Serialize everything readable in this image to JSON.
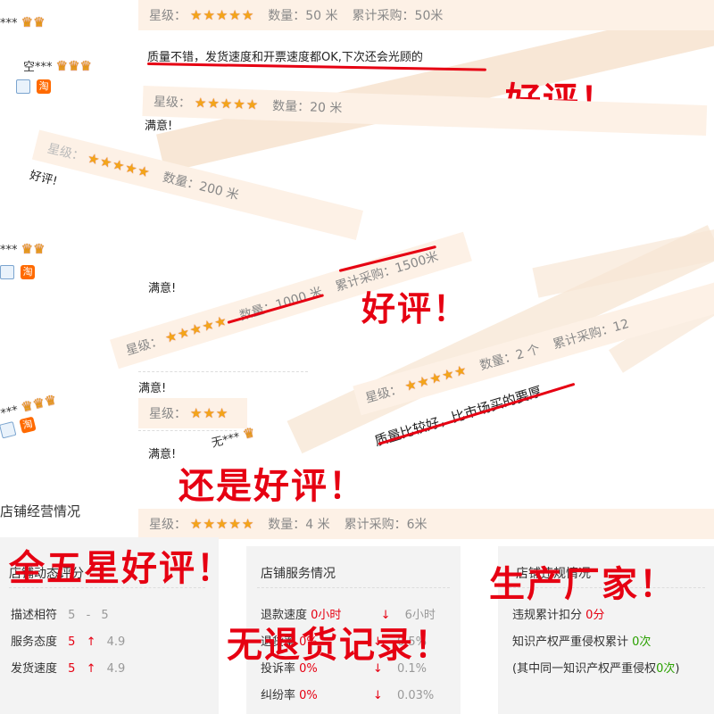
{
  "reviews": {
    "rating_label": "星级：",
    "r1": {
      "qty": "数量：50 米",
      "acc": "累计采购：50米",
      "comment": "质量不错，发货速度和开票速度都OK,下次还会光顾的",
      "user": "空***"
    },
    "r2": {
      "qty": "数量：20 米",
      "comment": "满意!"
    },
    "r3": {
      "qty": "数量：200 米",
      "comment": "好评!"
    },
    "r4": {
      "qty": "数量：1000 米",
      "acc": "累计采购：1500米",
      "comment": "满意!"
    },
    "r5": {
      "qty": "数量：2 个",
      "acc": "累计采购：12",
      "comment": "质量比较好，比市场买的要厚"
    },
    "r6": {
      "comment": "满意!"
    },
    "r7": {
      "comment": "满意!",
      "user": "无***"
    },
    "r8": {
      "qty": "数量：4 米",
      "acc": "累计采购：6米"
    },
    "user_suffix": "***",
    "tao": "淘"
  },
  "callouts": {
    "c1": "好评！",
    "c2": "好评！",
    "c3": "还是好评！",
    "c4": "全五星好评！",
    "c5": "生产厂家！",
    "c6": "无退货记录！"
  },
  "shop": {
    "section_title": "店铺经营情况",
    "dynamic": {
      "title": "店铺动态评分",
      "rows": [
        {
          "label": "描述相符",
          "value": "5",
          "sep": "-",
          "cmp": "5"
        },
        {
          "label": "服务态度",
          "value": "5",
          "arrow": "↑",
          "cmp": "4.9"
        },
        {
          "label": "发货速度",
          "value": "5",
          "arrow": "↑",
          "cmp": "4.9"
        }
      ]
    },
    "service": {
      "title": "店铺服务情况",
      "rows": [
        {
          "label": "退款速度",
          "value": "0小时",
          "arrow": "↓",
          "cmp": "6小时"
        },
        {
          "label": "退货率",
          "value": "0%",
          "arrow": "↓",
          "cmp": "0.5%"
        },
        {
          "label": "投诉率",
          "value": "0%",
          "arrow": "↓",
          "cmp": "0.1%"
        },
        {
          "label": "纠纷率",
          "value": "0%",
          "arrow": "↓",
          "cmp": "0.03%"
        }
      ]
    },
    "violation": {
      "title": "店铺违规情况",
      "rows": [
        {
          "label": "违规累计扣分",
          "value": "0分"
        },
        {
          "label": "知识产权严重侵权累计",
          "value": "0次"
        },
        {
          "label": "(其中同一知识产权严重侵权",
          "value": "0次",
          "close": ")"
        }
      ]
    }
  },
  "colors": {
    "accent_red": "#e60012",
    "star": "#f3a519",
    "panel_bg": "#f3f3f3",
    "highlight": "#fdf1e6",
    "good_green": "#2aa000"
  }
}
